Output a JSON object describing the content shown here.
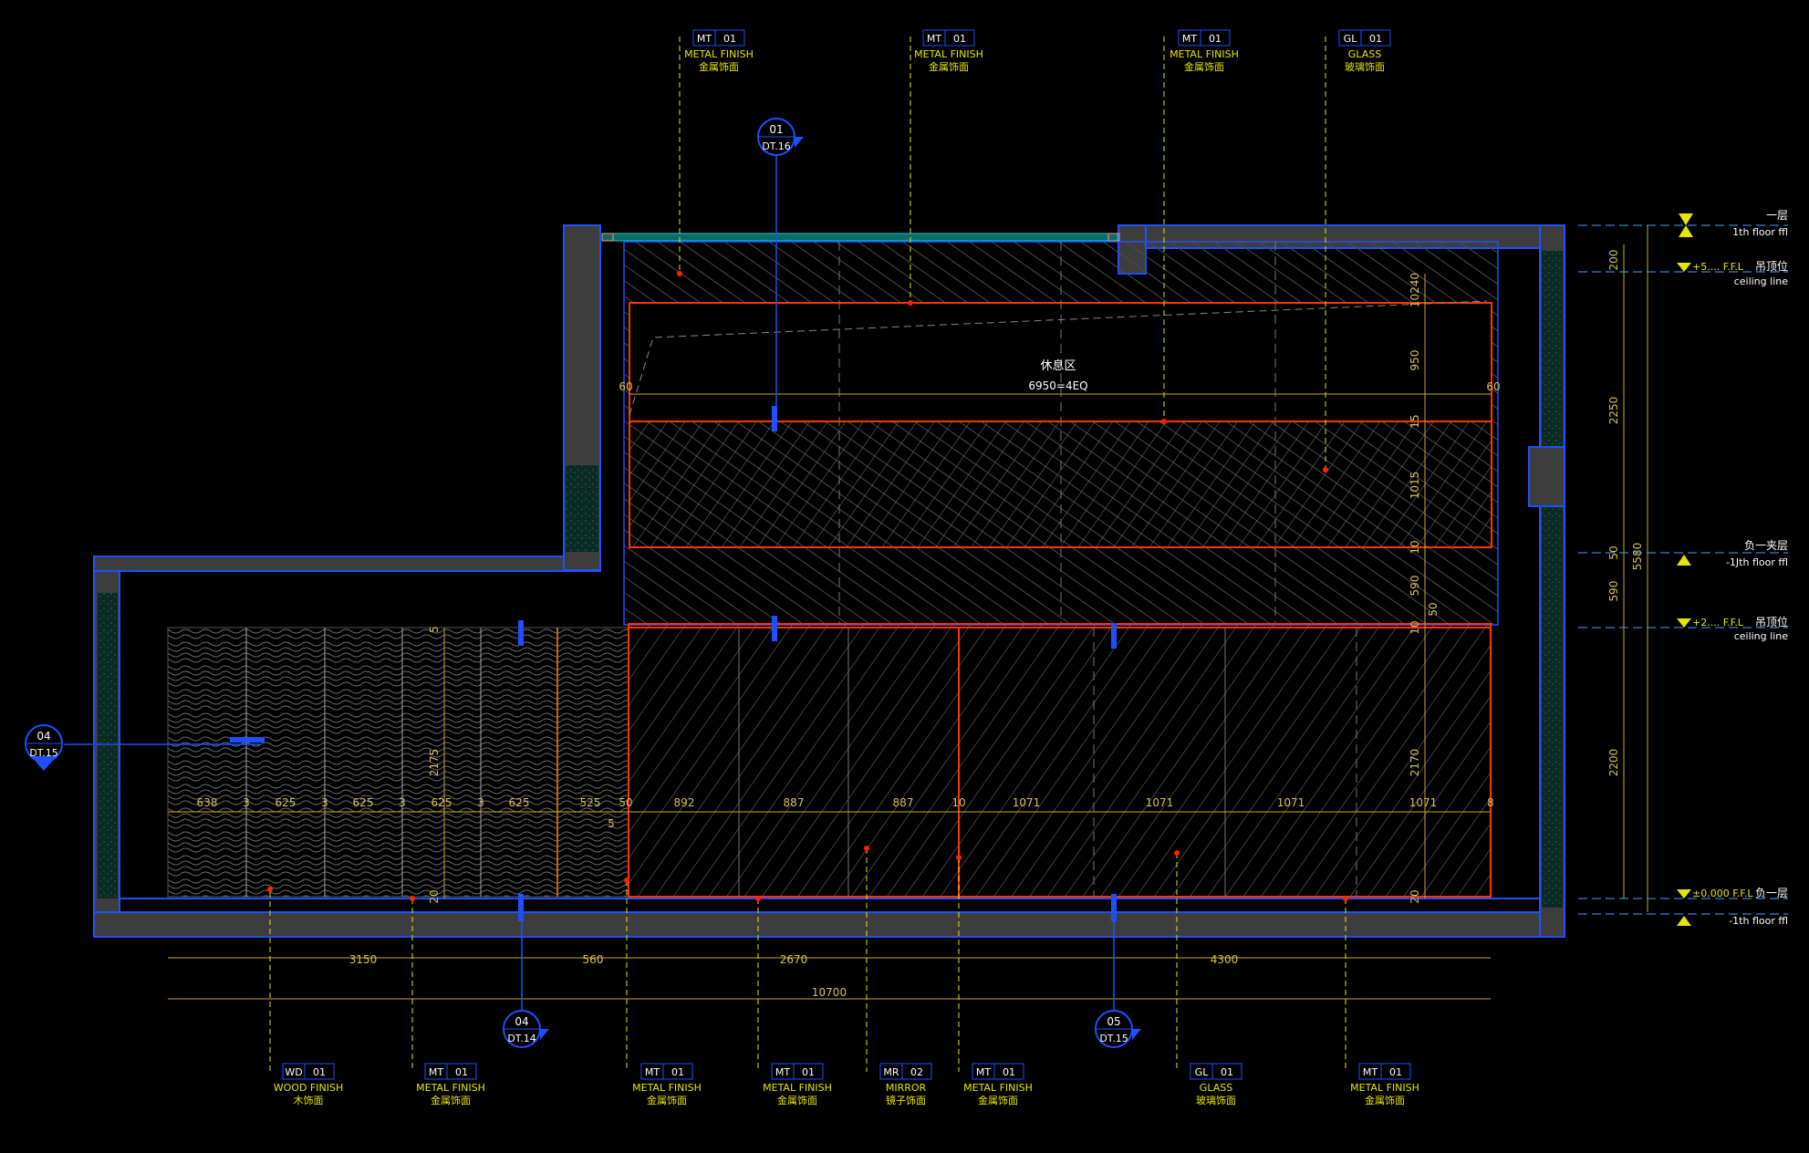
{
  "tags_top": [
    {
      "code": "MT",
      "num": "01",
      "en": "METAL FINISH",
      "cn": "金属饰面"
    },
    {
      "code": "MT",
      "num": "01",
      "en": "METAL FINISH",
      "cn": "金属饰面"
    },
    {
      "code": "MT",
      "num": "01",
      "en": "METAL FINISH",
      "cn": "金属饰面"
    },
    {
      "code": "GL",
      "num": "01",
      "en": "GLASS",
      "cn": "玻璃饰面"
    }
  ],
  "tags_bottom": [
    {
      "code": "WD",
      "num": "01",
      "en": "WOOD FINISH",
      "cn": "木饰面"
    },
    {
      "code": "MT",
      "num": "01",
      "en": "METAL FINISH",
      "cn": "金属饰面"
    },
    {
      "code": "MT",
      "num": "01",
      "en": "METAL FINISH",
      "cn": "金属饰面"
    },
    {
      "code": "MT",
      "num": "01",
      "en": "METAL FINISH",
      "cn": "金属饰面"
    },
    {
      "code": "MR",
      "num": "02",
      "en": "MIRROR",
      "cn": "镜子饰面"
    },
    {
      "code": "MT",
      "num": "01",
      "en": "METAL FINISH",
      "cn": "金属饰面"
    },
    {
      "code": "GL",
      "num": "01",
      "en": "GLASS",
      "cn": "玻璃饰面"
    },
    {
      "code": "MT",
      "num": "01",
      "en": "METAL FINISH",
      "cn": "金属饰面"
    }
  ],
  "detail_markers": [
    {
      "num": "01",
      "ref": "DT.16"
    },
    {
      "num": "04",
      "ref": "DT.15"
    },
    {
      "num": "04",
      "ref": "DT.14"
    },
    {
      "num": "05",
      "ref": "DT.15"
    }
  ],
  "levels": [
    {
      "cn": "一层",
      "en": "1th floor ffl",
      "mark": ""
    },
    {
      "cn": "吊顶位",
      "en": "ceiling line",
      "mark": "+5.... F.F.L"
    },
    {
      "cn": "负一夹层",
      "en": "-1Jth floor ffl",
      "mark": ""
    },
    {
      "cn": "吊顶位",
      "en": "ceiling line",
      "mark": "+2.... F.F.L"
    },
    {
      "cn": "负一层",
      "en": "-1th floor ffl",
      "mark": "±0.000 F.F.L"
    }
  ],
  "ceiling_note": {
    "title": "休息区",
    "eq": "6950=4EQ"
  },
  "dims": {
    "right_vertical": [
      "10240",
      "950",
      "15",
      "1015",
      "10",
      "590",
      "10",
      "2170",
      "20"
    ],
    "panel_left_vertical": [
      "5",
      "2175",
      "20"
    ],
    "inner_50": "50",
    "outer_vertical": [
      "200",
      "2250",
      "50",
      "590",
      "2200"
    ],
    "outer_total": "5580",
    "side_60": [
      "60",
      "60"
    ],
    "lower_5": "5",
    "bottom_row": [
      "638",
      "3",
      "625",
      "3",
      "625",
      "3",
      "625",
      "3",
      "625",
      "525",
      "50",
      "892",
      "887",
      "887",
      "10",
      "1071",
      "1071",
      "1071",
      "1071",
      "8"
    ],
    "totals_row": [
      "3150",
      "560",
      "2670",
      "4300"
    ],
    "overall": "10700"
  },
  "colors": {
    "wall": "#3d3d3d",
    "wallEdge": "#1e50ff",
    "accent": "#ff3300",
    "dim": "#c8a832",
    "tagLine": "#e6e600",
    "teal": "#0e3a30"
  }
}
